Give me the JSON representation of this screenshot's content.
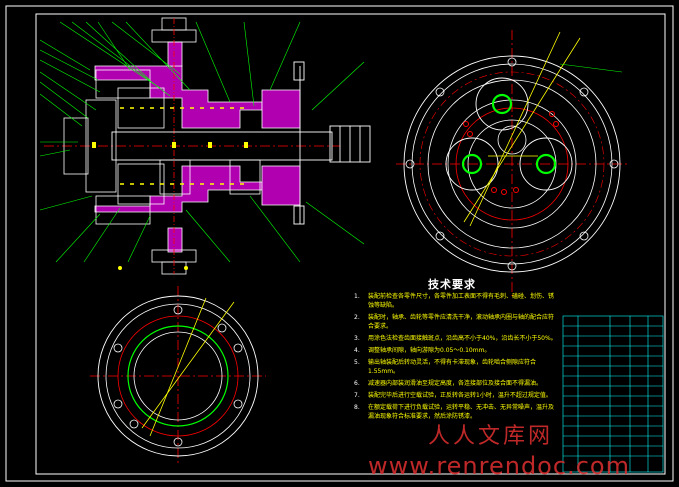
{
  "title_block": {
    "heading": "技术要求",
    "items": [
      {
        "num": "1.",
        "text": "装配前检查各零件尺寸，各零件加工表面不得有毛刺、磕碰、划伤、锈蚀等缺陷。"
      },
      {
        "num": "2.",
        "text": "装配时，轴承、齿轮等零件应清洗干净，滚动轴承内圈与轴的配合应符合要求。"
      },
      {
        "num": "3.",
        "text": "用涂色法检查齿面接触斑点，沿齿高不小于40%，沿齿长不小于50%。"
      },
      {
        "num": "4.",
        "text": "调整轴承间隙，轴向游隙为0.05～0.10mm。"
      },
      {
        "num": "5.",
        "text": "输出轴装配后转动灵活，不得有卡滞现象，齿轮啮合侧隙应符合1.55mm。"
      },
      {
        "num": "6.",
        "text": "减速器内部装润滑油至规定高度，各连接部位及接合面不得漏油。"
      },
      {
        "num": "7.",
        "text": "装配完毕后进行空载试验，正反转各运转1小时，温升不超过规定值。"
      },
      {
        "num": "8.",
        "text": "在额定载荷下进行负载试验，运转平稳、无冲击、无异常噪声，温升及漏油现象符合标准要求，然后涂防锈漆。"
      }
    ]
  },
  "watermark": {
    "cn": "人人文库网",
    "url": "www.renrendoc.com"
  },
  "colors": {
    "background": "#000000",
    "outline": "#ffffff",
    "leader": "#00ff00",
    "hatch": "#ff00ff",
    "center": "#ff0000",
    "accent": "#ffff00",
    "table": "#00ffff",
    "watermark": "#e03030"
  }
}
